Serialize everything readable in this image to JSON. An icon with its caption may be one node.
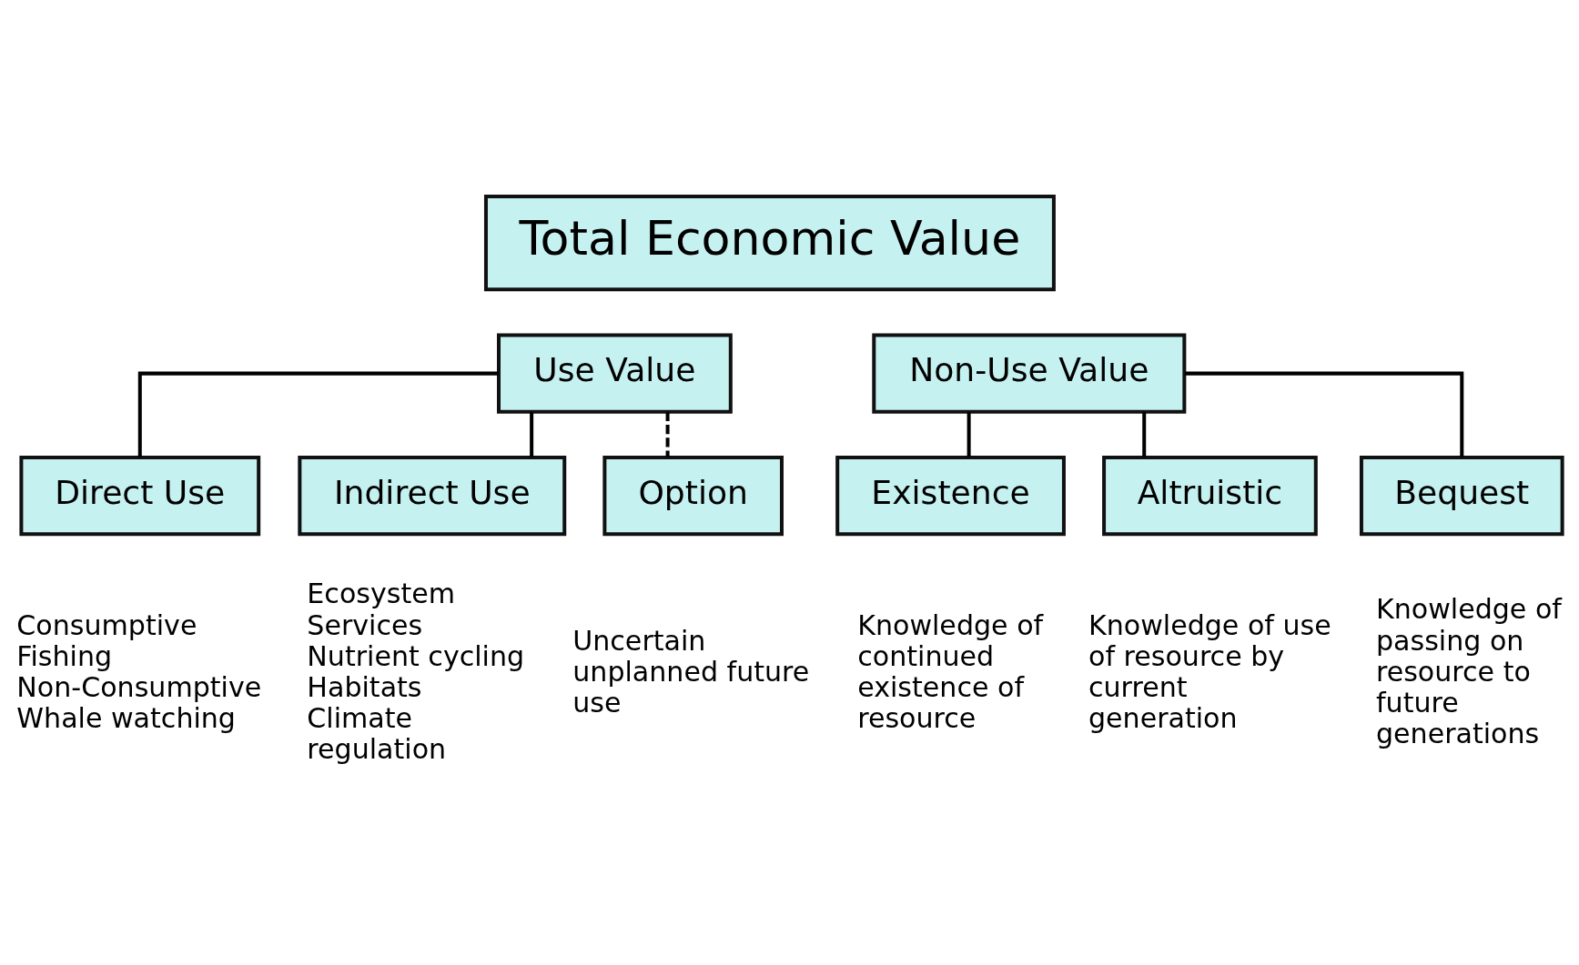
{
  "diagram": {
    "nodes": [
      {
        "text": [
          "Total Economic Value"
        ]
      },
      {
        "text": [
          "Use Value"
        ]
      },
      {
        "text": [
          "Non-Use Value"
        ]
      },
      {
        "text": [
          "Direct Use"
        ],
        "beside": [
          "Consumptive",
          "Fishing",
          "Non-Consumptive",
          "Whale watching"
        ]
      },
      {
        "text": [
          "Indirect Use"
        ],
        "beside": [
          "Ecosystem Services",
          "Nutrient cycling",
          "Habitats",
          "Climate regulation"
        ]
      },
      {
        "text": [
          "Option"
        ],
        "beside": [
          "Uncertain unplanned future use"
        ]
      },
      {
        "text": [
          "Existence"
        ],
        "beside": [
          "Knowledge of continued existence of resource"
        ]
      },
      {
        "text": [
          "Altruistic"
        ],
        "beside": [
          "Knowledge of use of resource by current generation"
        ]
      },
      {
        "text": [
          "Bequest"
        ],
        "beside": [
          "Knowledge of passing on resource to future generations"
        ]
      }
    ],
    "edges": [
      {
        "from": 1,
        "to": 3,
        "arrow": "none"
      },
      {
        "from": 1,
        "to": 4,
        "arrow": "none"
      },
      {
        "from": 1,
        "to": 5,
        "arrow": "none",
        "style": "dashed"
      },
      {
        "from": 2,
        "to": 6,
        "arrow": "none"
      },
      {
        "from": 2,
        "to": 7,
        "arrow": "none"
      },
      {
        "from": 2,
        "to": 8,
        "arrow": "none"
      }
    ]
  }
}
